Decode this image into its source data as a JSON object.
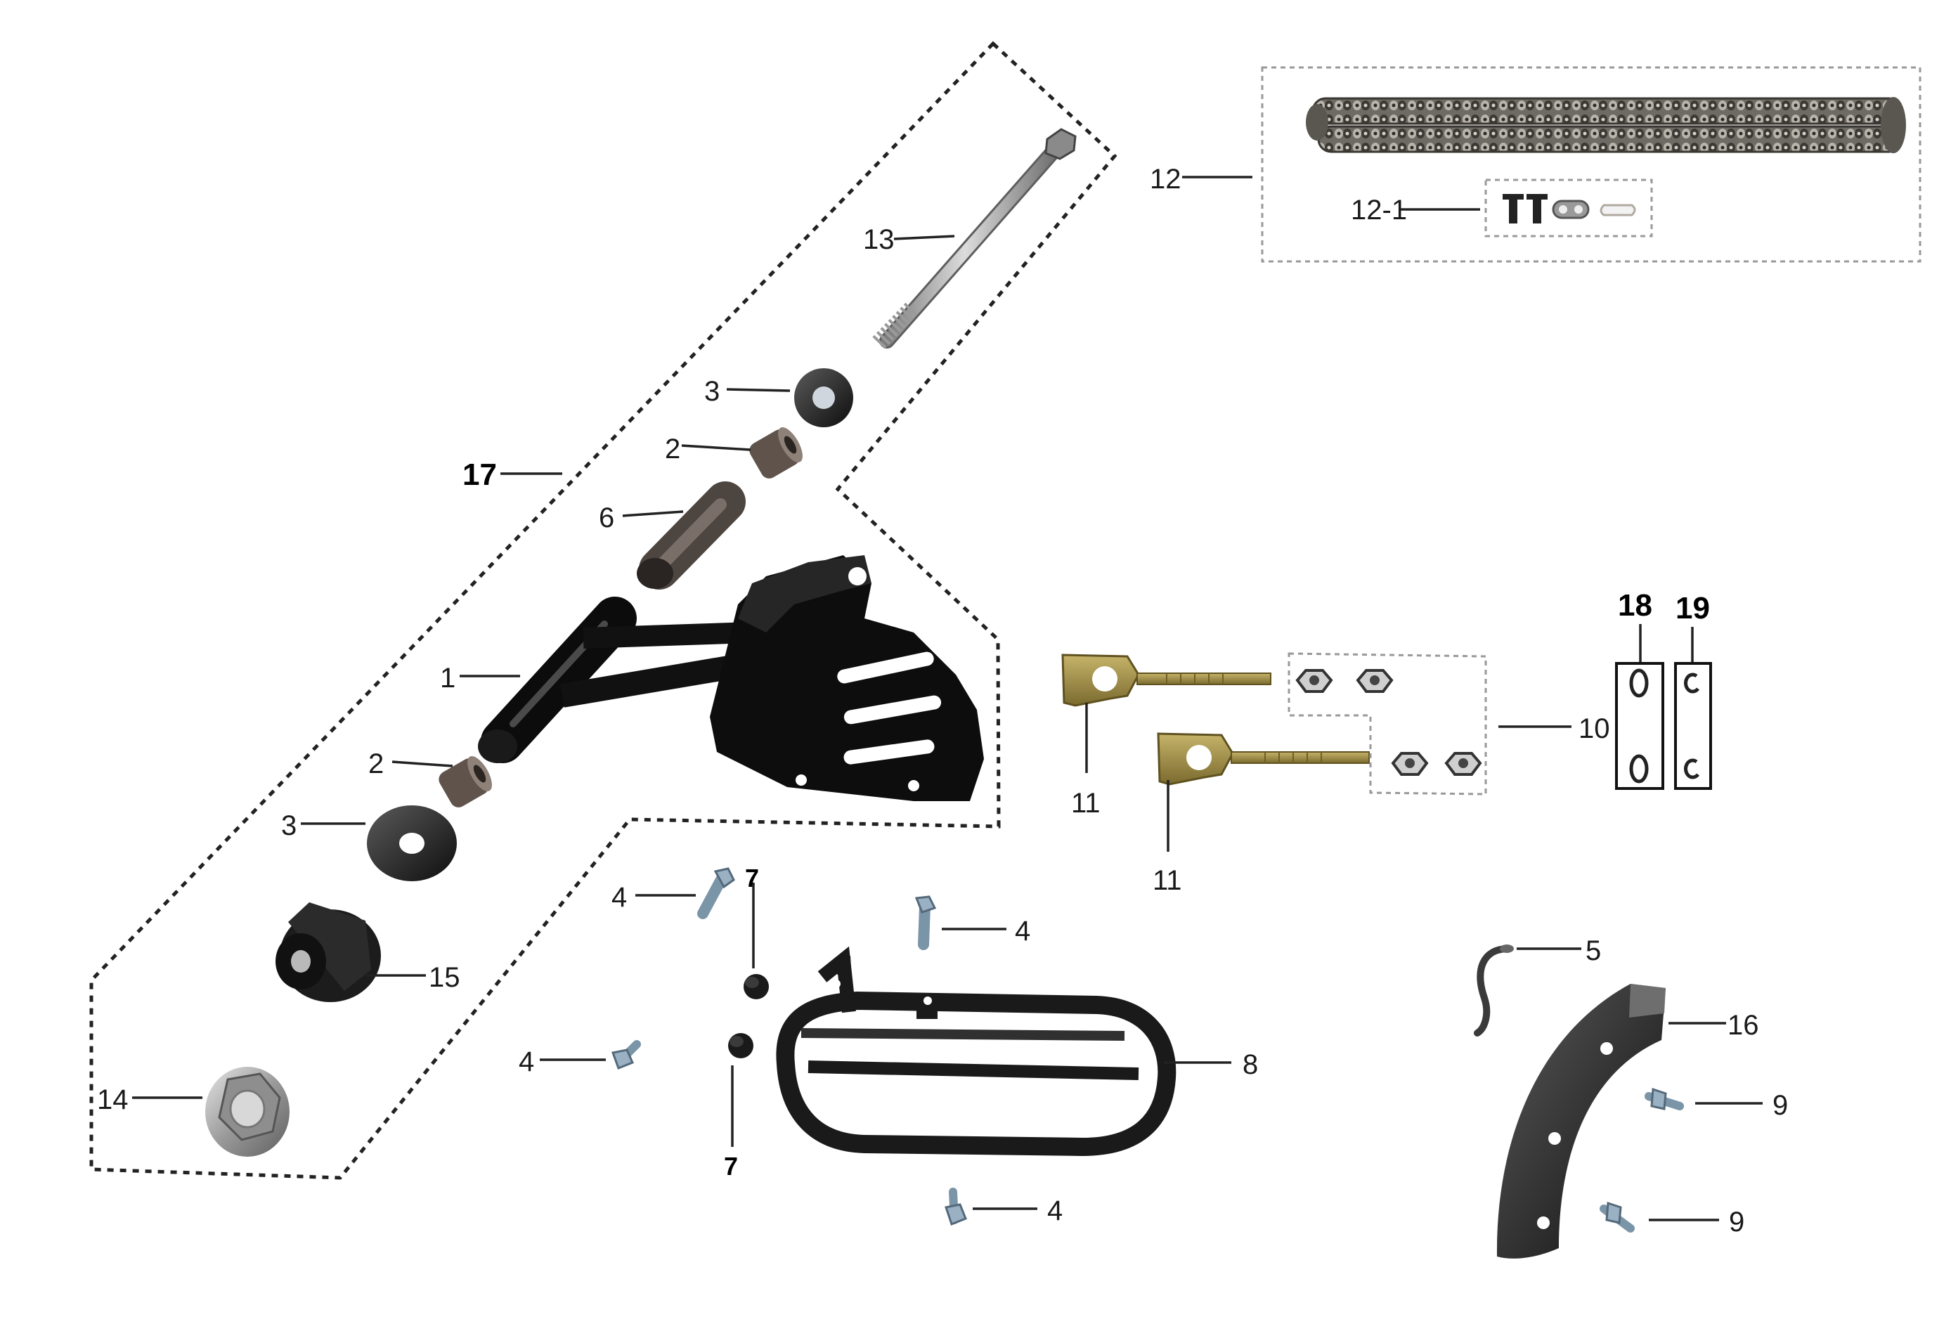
{
  "diagram": {
    "groups": [
      {
        "id": "swingarm-assembly",
        "callout": "17"
      },
      {
        "id": "chain-assembly",
        "callout": "12"
      },
      {
        "id": "chain-link-kit",
        "callout": "12-1"
      },
      {
        "id": "adjuster-nut-kit",
        "callout": "10"
      }
    ],
    "callouts": {
      "c17": "17",
      "c13": "13",
      "c3a": "3",
      "c2a": "2",
      "c6": "6",
      "c1": "1",
      "c2b": "2",
      "c3b": "3",
      "c15": "15",
      "c14": "14",
      "c12": "12",
      "c12_1": "12-1",
      "c11a": "11",
      "c11b": "11",
      "c10": "10",
      "c18": "18",
      "c19": "19",
      "c4a": "4",
      "c4b": "4",
      "c4c": "4",
      "c4d": "4",
      "c7a": "7",
      "c7b": "7",
      "c8": "8",
      "c5": "5",
      "c16": "16",
      "c9a": "9",
      "c9b": "9"
    }
  }
}
